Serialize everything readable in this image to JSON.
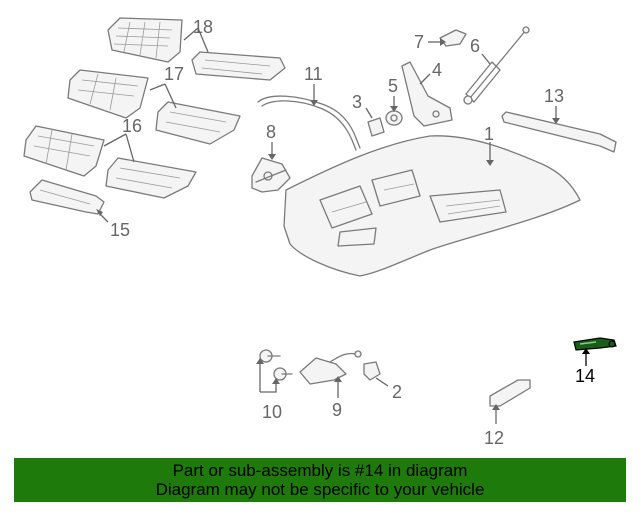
{
  "callouts": {
    "c1": "1",
    "c2": "2",
    "c3": "3",
    "c4": "4",
    "c5": "5",
    "c6": "6",
    "c7": "7",
    "c8": "8",
    "c9": "9",
    "c10": "10",
    "c11": "11",
    "c12": "12",
    "c13": "13",
    "c14": "14",
    "c15": "15",
    "c16": "16",
    "c17": "17",
    "c18": "18"
  },
  "highlighted_part": "14",
  "colors": {
    "banner": "#1f7a0c",
    "line_art": "#7a7a7a",
    "highlight_part": "#1a5c1a"
  },
  "banner": {
    "line1": "Part or sub-assembly is #14 in diagram",
    "line2": "Diagram may not be specific to your vehicle"
  }
}
